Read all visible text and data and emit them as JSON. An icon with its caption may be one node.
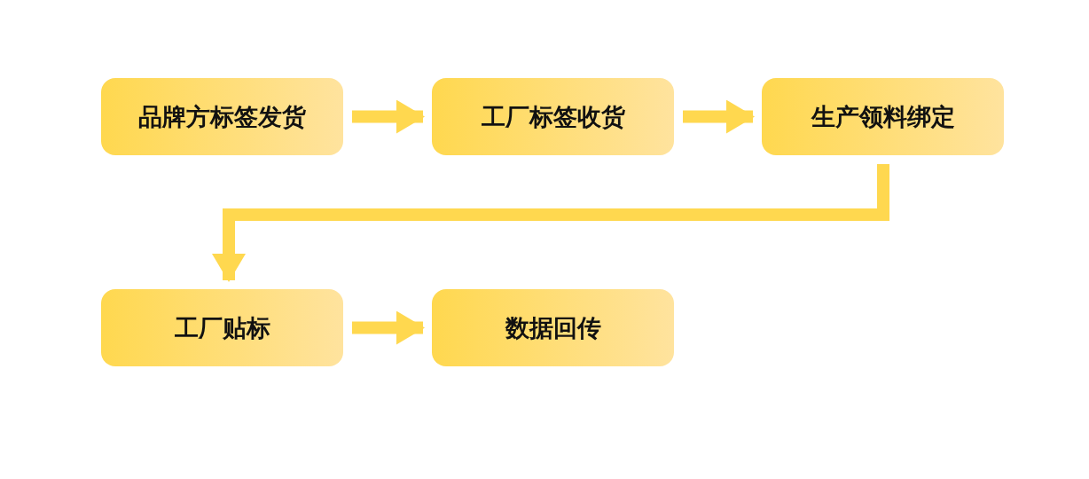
{
  "diagram": {
    "nodes": [
      {
        "text": [
          "品牌方标签发货"
        ]
      },
      {
        "text": [
          "工厂标签收货"
        ]
      },
      {
        "text": [
          "生产领料绑定"
        ]
      },
      {
        "text": [
          "工厂贴标"
        ]
      },
      {
        "text": [
          "数据回传"
        ]
      }
    ],
    "edges": [
      {
        "from": 0,
        "to": 1,
        "arrow": "to"
      },
      {
        "from": 1,
        "to": 2,
        "arrow": "to"
      },
      {
        "from": 2,
        "to": 3,
        "arrow": "to"
      },
      {
        "from": 3,
        "to": 4,
        "arrow": "to"
      }
    ]
  }
}
